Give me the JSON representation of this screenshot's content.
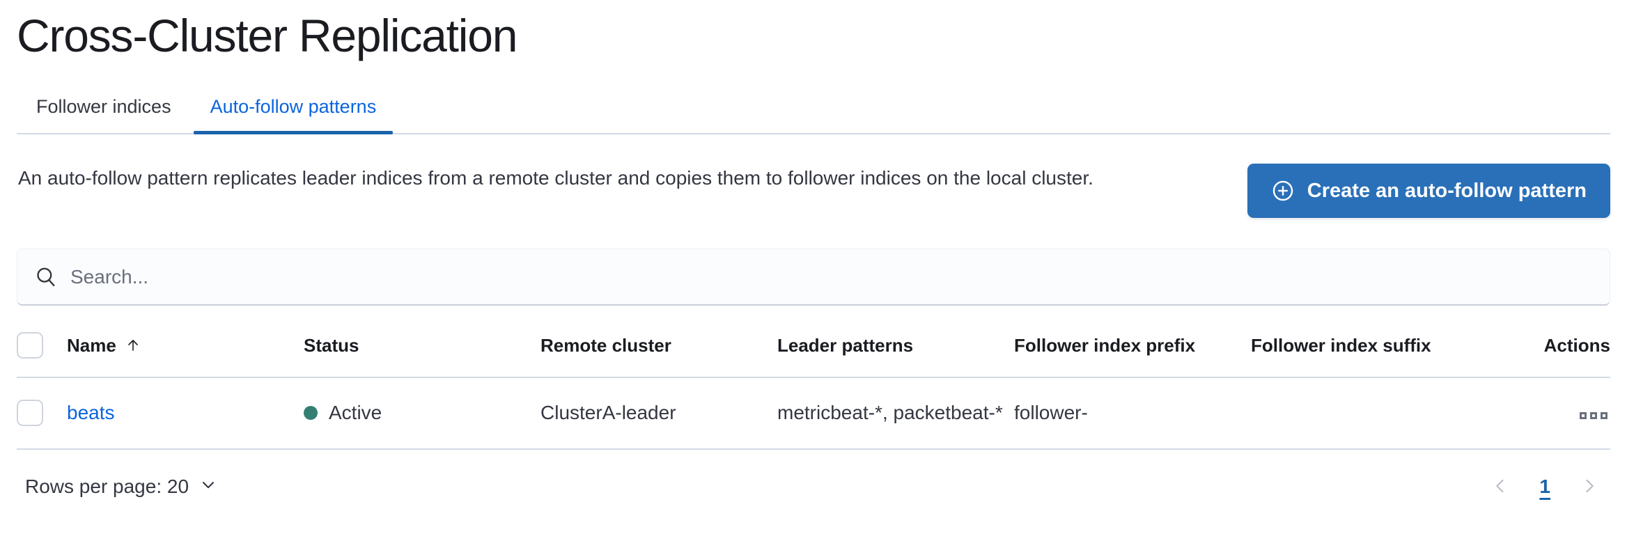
{
  "page_title": "Cross-Cluster Replication",
  "tabs": [
    {
      "label": "Follower indices",
      "active": false
    },
    {
      "label": "Auto-follow patterns",
      "active": true
    }
  ],
  "intro": {
    "description": "An auto-follow pattern replicates leader indices from a remote cluster and copies them to follower indices on the local cluster.",
    "create_button_label": "Create an auto-follow pattern",
    "create_button_icon": "plus-in-circle-icon",
    "create_button_color": "#2a70b8"
  },
  "search": {
    "placeholder": "Search...",
    "value": "",
    "icon": "search-icon"
  },
  "table": {
    "columns": [
      {
        "key": "name",
        "label": "Name",
        "sorted": "asc",
        "sort_icon": "arrow-up-icon"
      },
      {
        "key": "status",
        "label": "Status"
      },
      {
        "key": "remote_cluster",
        "label": "Remote cluster"
      },
      {
        "key": "leader_patterns",
        "label": "Leader patterns"
      },
      {
        "key": "follower_index_prefix",
        "label": "Follower index prefix"
      },
      {
        "key": "follower_index_suffix",
        "label": "Follower index suffix"
      },
      {
        "key": "actions",
        "label": "Actions"
      }
    ],
    "rows": [
      {
        "name": "beats",
        "status": "Active",
        "status_color": "#357f72",
        "remote_cluster": "ClusterA-leader",
        "leader_patterns": "metricbeat-*, packetbeat-*",
        "follower_index_prefix": "follower-",
        "follower_index_suffix": "",
        "actions_icon": "boxes-horizontal-icon"
      }
    ]
  },
  "footer": {
    "rows_per_page_label": "Rows per page: 20",
    "rows_per_page_value": "20",
    "chevron_icon": "chevron-down-icon",
    "pagination": {
      "prev_icon": "chevron-left-icon",
      "next_icon": "chevron-right-icon",
      "current_page": "1"
    }
  },
  "colors": {
    "link": "#0b64dd",
    "accent": "#1b63ab",
    "success": "#357f72",
    "border": "#d3dae6"
  }
}
